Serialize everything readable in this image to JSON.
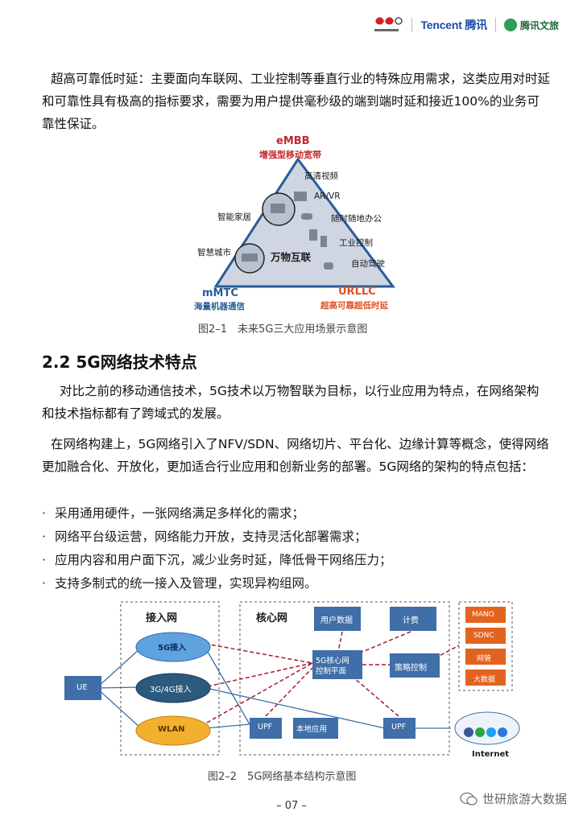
{
  "header": {
    "tencent": "Tencent 腾讯",
    "wenlv": "腾讯文旅"
  },
  "para1": "超高可靠低时延：主要面向车联网、工业控制等垂直行业的特殊应用需求，这类应用对时延和可靠性具有极高的指标要求，需要为用户提供毫秒级的端到端时延和接近100%的业务可靠性保证。",
  "figure1": {
    "embb": "eMBB",
    "embb_sub": "增强型移动宽带",
    "mmtc": "mMTC",
    "mmtc_sub": "海量机器通信",
    "urllc": "URLLC",
    "urllc_sub": "超高可靠超低时延",
    "center": "万物互联",
    "labels": [
      "高清视频",
      "AR/VR",
      "随时随地办公",
      "工业控制",
      "自动驾驶",
      "智能家居",
      "智慧城市"
    ],
    "caption": "图2–1　未来5G三大应用场景示意图"
  },
  "section": {
    "title": "2.2 5G网络技术特点",
    "para2": "对比之前的移动通信技术，5G技术以万物智联为目标，以行业应用为特点，在网络架构和技术指标都有了跨域式的发展。",
    "para3": "在网络构建上，5G网络引入了NFV/SDN、网络切片、平台化、边缘计算等概念，使得网络更加融合化、开放化，更加适合行业应用和创新业务的部署。5G网络的架构的特点包括：",
    "bullets": [
      "采用通用硬件，一张网络满足多样化的需求；",
      "网络平台级运营，网络能力开放，支持灵活化部署需求；",
      "应用内容和用户面下沉，减少业务时延，降低骨干网络压力；",
      "支持多制式的统一接入及管理，实现异构组网。"
    ]
  },
  "figure2": {
    "access_title": "接入网",
    "core_title": "核心网",
    "ue": "UE",
    "cloud_5g": "5G接入",
    "cloud_34g": "3G/4G接入",
    "cloud_wlan": "WLAN",
    "user_data": "用户数据",
    "billing": "计费",
    "control_plane_1": "5G核心网",
    "control_plane_2": "控制平面",
    "policy": "策略控制",
    "upf_left": "UPF",
    "local_app": "本地应用",
    "upf_right": "UPF",
    "internet": "Internet",
    "mano": [
      "MANO",
      "SDNC",
      "网管",
      "大数据"
    ],
    "caption": "图2–2　5G网络基本结构示意图"
  },
  "footer": {
    "page": "– 07 –",
    "watermark": "世研旅游大数据"
  },
  "colors": {
    "embb_red": "#c0282e",
    "urllc_orange": "#e0501e",
    "blue": "#2a5c9a",
    "box_blue": "#3f6ea8",
    "mano_orange": "#e2631f",
    "dash_red": "#a8182a"
  }
}
